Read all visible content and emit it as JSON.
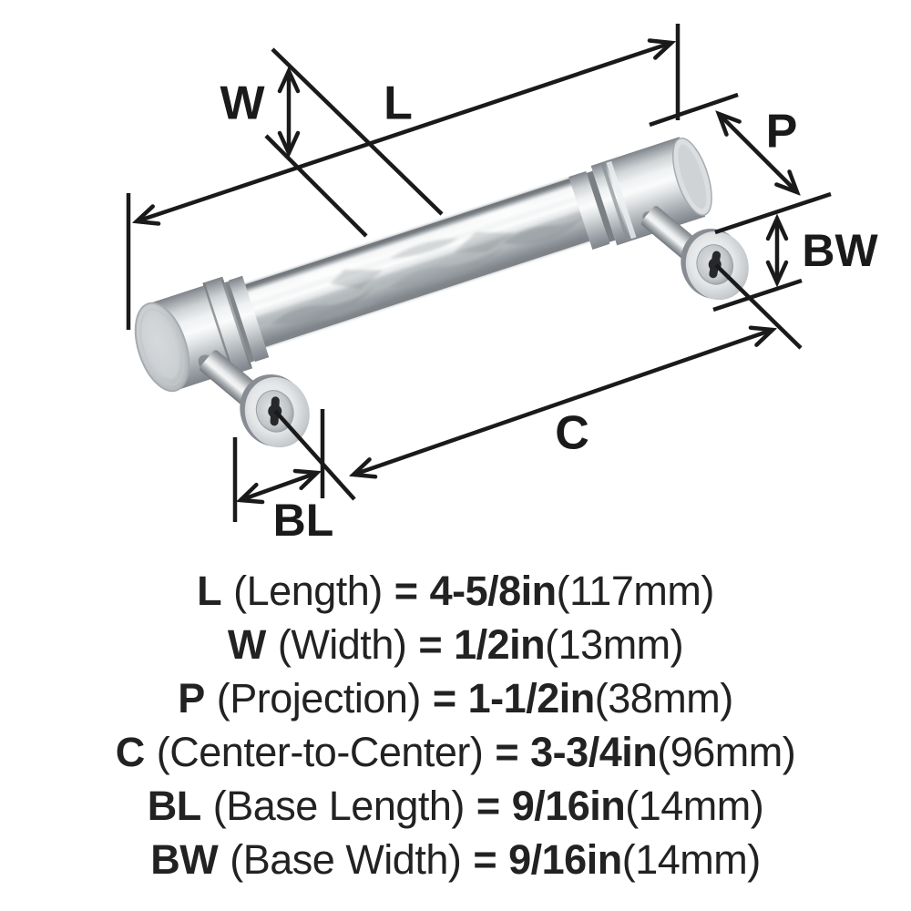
{
  "diagram": {
    "labels": {
      "length": "L",
      "width": "W",
      "projection": "P",
      "center_to_center": "C",
      "base_length": "BL",
      "base_width": "BW"
    },
    "colors": {
      "dimension_line": "#1a1a1a",
      "metal_highlight": "#fafbfb",
      "metal_mid": "#c9cdd0",
      "metal_shadow": "#7e848a",
      "screw_slot": "#26282b",
      "background": "#ffffff"
    }
  },
  "legend": {
    "rows": [
      {
        "code": "L",
        "desc": "(Length)",
        "eq": "=",
        "value": "4-5/8in",
        "metric": "(117mm)"
      },
      {
        "code": "W",
        "desc": "(Width)",
        "eq": "=",
        "value": "1/2in",
        "metric": "(13mm)"
      },
      {
        "code": "P",
        "desc": "(Projection)",
        "eq": "=",
        "value": "1-1/2in",
        "metric": "(38mm)"
      },
      {
        "code": "C",
        "desc": "(Center-to-Center)",
        "eq": "=",
        "value": "3-3/4in",
        "metric": "(96mm)"
      },
      {
        "code": "BL",
        "desc": "(Base Length)",
        "eq": "=",
        "value": "9/16in",
        "metric": "(14mm)"
      },
      {
        "code": "BW",
        "desc": "(Base Width)",
        "eq": "=",
        "value": "9/16in",
        "metric": "(14mm)"
      }
    ]
  }
}
